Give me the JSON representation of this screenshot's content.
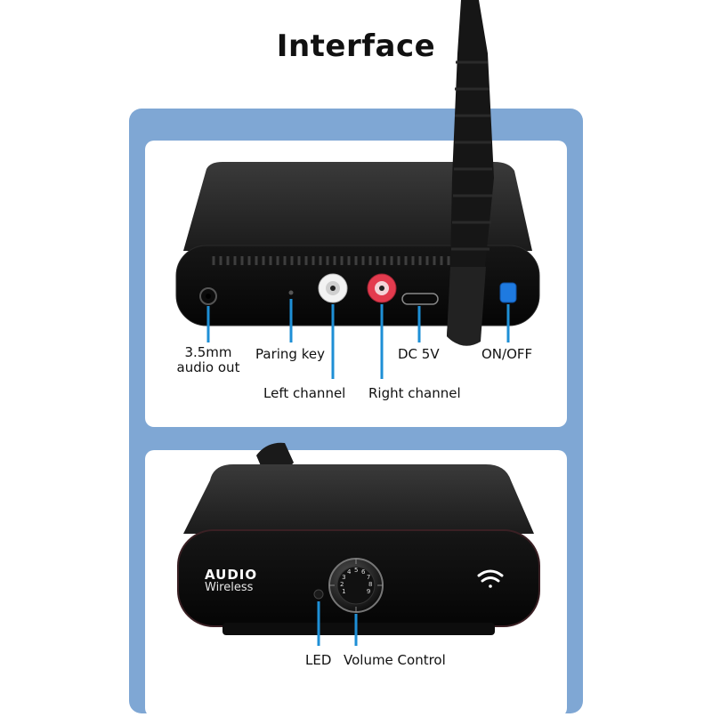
{
  "title": "Interface",
  "colors": {
    "frame": "#7fa7d4",
    "callout": "#1e8fd6",
    "body": "#1f1f1f"
  },
  "top_view": {
    "labels": {
      "audio_out_line1": "3.5mm",
      "audio_out_line2": "audio out",
      "pairing_key": "Paring  key",
      "left_channel": "Left channel",
      "right_channel": "Right channel",
      "dc": "DC  5V",
      "power": "ON/OFF"
    }
  },
  "front_view": {
    "brand_line1": "AUDIO",
    "brand_line2": "Wireless",
    "dial_numbers": [
      "1",
      "2",
      "3",
      "4",
      "5",
      "6",
      "7",
      "8",
      "9"
    ],
    "labels": {
      "led": "LED",
      "volume": "Volume Control"
    },
    "icons": [
      "wifi-icon"
    ]
  }
}
